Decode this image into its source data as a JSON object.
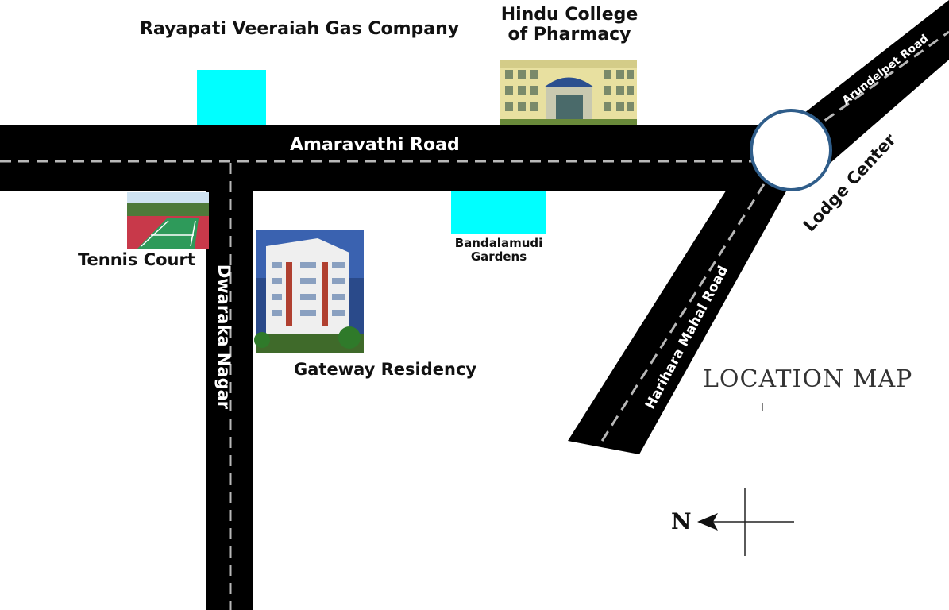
{
  "map": {
    "title": "LOCATION MAP",
    "roads": {
      "amaravathi": "Amaravathi Road",
      "dwaraka": "Dwaraka Nagar",
      "harihara": "Harihara Mahal Road",
      "arundelpet": "Arundelpet Road"
    },
    "junction_label": "Lodge Center",
    "landmarks": {
      "gas_company": "Rayapati Veeraiah Gas Company",
      "pharmacy_college": "Hindu  College of Pharmacy",
      "gardens": "Bandalamudi Gardens",
      "tennis": "Tennis Court",
      "residency": "Gateway Residency"
    },
    "compass_letter": "N",
    "colors": {
      "road": "#000000",
      "marker": "#00ffff",
      "junction_ring": "#2f5d8a",
      "court": "#2e9a5a"
    }
  }
}
